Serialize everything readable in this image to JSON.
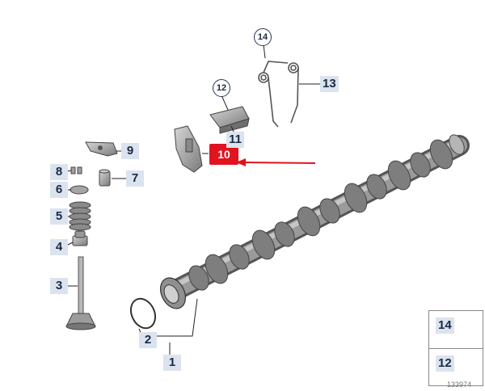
{
  "labels": {
    "p1": "1",
    "p2": "2",
    "p3": "3",
    "p4": "4",
    "p5": "5",
    "p6": "6",
    "p7": "7",
    "p8": "8",
    "p9": "9",
    "p10": "10",
    "p11": "11",
    "p13": "13"
  },
  "callouts": {
    "c12": "12",
    "c14": "14"
  },
  "legend": {
    "row1": "14",
    "row2": "12"
  },
  "diagram_id": "133974"
}
